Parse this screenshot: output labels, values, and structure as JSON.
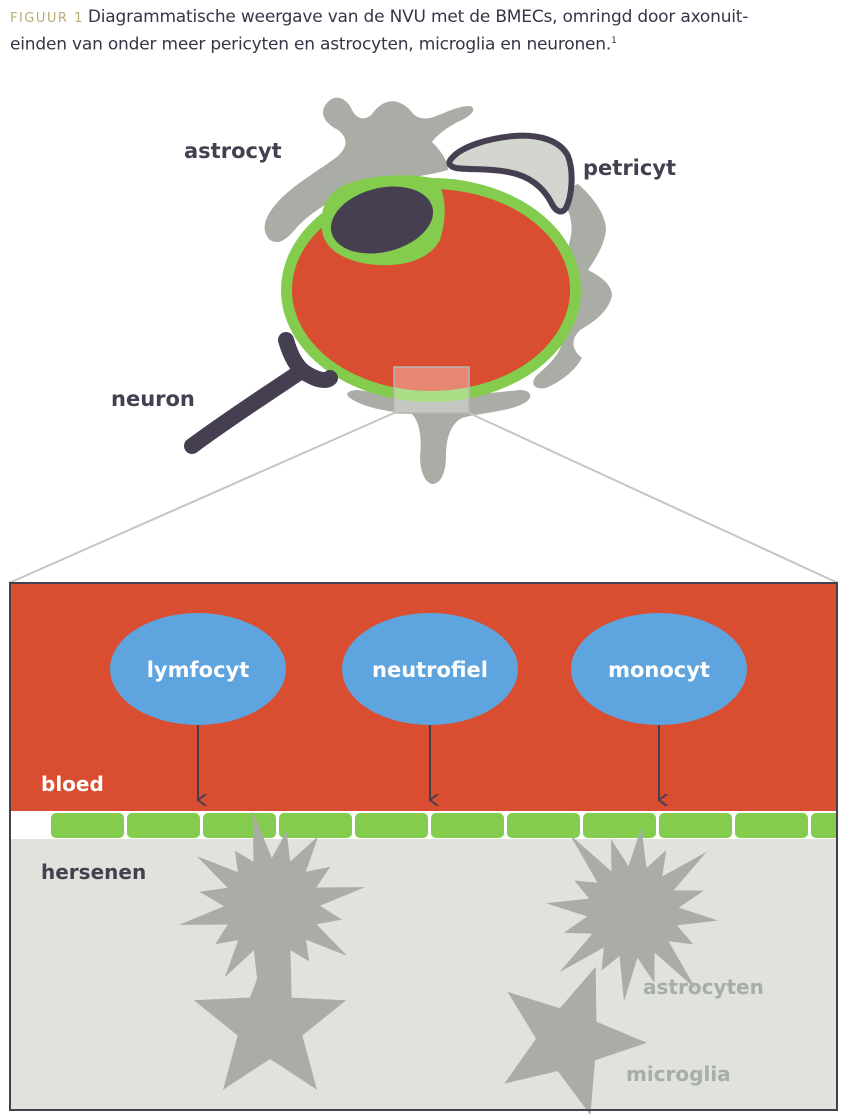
{
  "caption": {
    "prefix": "FIGUUR 1",
    "line1": "Diagrammatische weergave van de NVU met de BMECs, omringd door axonuit-",
    "line2": "einden van onder meer pericyten en astrocyten, microglia en neuronen.",
    "footnote": "1"
  },
  "top_labels": {
    "astrocyt": "astrocyt",
    "petricyt": "petricyt",
    "neuron": "neuron"
  },
  "detail": {
    "cells": [
      "lymfocyt",
      "neutrofiel",
      "monocyt"
    ],
    "blood_label": "bloed",
    "brain_label": "hersenen",
    "astrocytes_label": "astrocyten",
    "microglia_label": "microglia"
  },
  "colors": {
    "blood_red": "#d94e30",
    "endothelium_green": "#84cc4d",
    "glia_grey": "#a9ada6",
    "brain_bg": "#dfe3db",
    "cell_blue": "#5ea5e0",
    "neuron_dark": "#453f51",
    "pericyte_fill": "#d3d6cf"
  }
}
